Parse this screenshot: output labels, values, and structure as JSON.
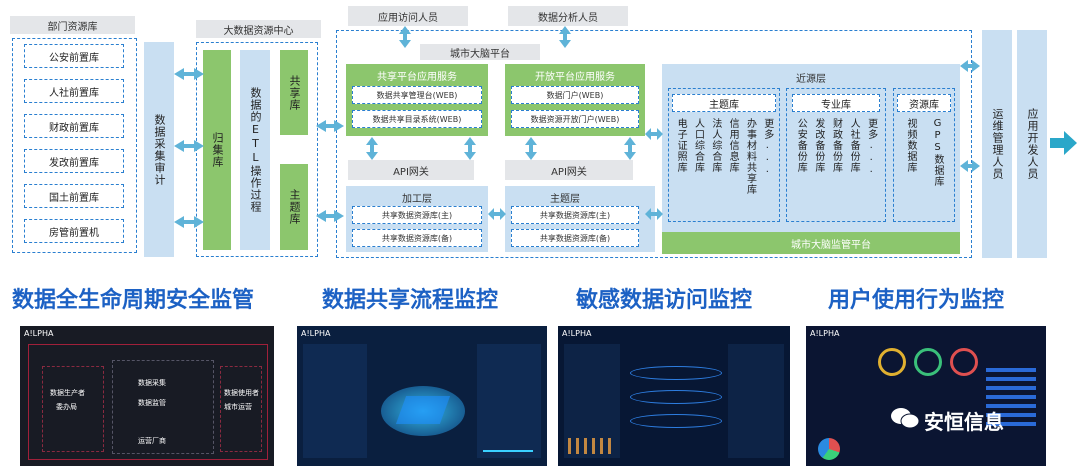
{
  "dept": {
    "title": "部门资源库",
    "items": [
      "公安前置库",
      "人社前置库",
      "财政前置库",
      "发改前置库",
      "国土前置库",
      "房管前置机"
    ],
    "collect": "数据采集审计"
  },
  "bigdata": {
    "title": "大数据资源中心",
    "gui": "归集库",
    "etl": "数据的ETL操作过程",
    "share": "共享库",
    "theme": "主题库"
  },
  "top_tags": {
    "app_visitor": "应用访问人员",
    "analyst": "数据分析人员"
  },
  "city": {
    "title": "城市大脑平台",
    "share_app": {
      "title": "共享平台应用服务",
      "items": [
        "数据共享管理台(WEB)",
        "数据共享目录系统(WEB)"
      ]
    },
    "open_app": {
      "title": "开放平台应用服务",
      "items": [
        "数据门户(WEB)",
        "数据资源开放门户(WEB)"
      ]
    },
    "api1": "API网关",
    "api2": "API网关",
    "process": {
      "title": "加工层",
      "items": [
        "共享数据资源库(主)",
        "共享数据资源库(备)"
      ]
    },
    "theme_layer": {
      "title": "主题层",
      "items": [
        "共享数据资源库(主)",
        "共享数据资源库(备)"
      ]
    },
    "near": {
      "title": "近源层",
      "theme_db": {
        "title": "主题库",
        "cols": [
          "电子证照库",
          "人口综合库",
          "法人综合库",
          "信用信息库",
          "办事材料共享库",
          "更多..."
        ]
      },
      "special_db": {
        "title": "专业库",
        "cols": [
          "公安备份库",
          "发改备份库",
          "财政备份库",
          "人社备份库",
          "更多..."
        ]
      },
      "resource_db": {
        "title": "资源库",
        "cols": [
          "视频数据库",
          "GPS数据库"
        ]
      }
    },
    "monitor": "城市大脑监管平台"
  },
  "right": {
    "ops": "运维管理人员",
    "dev": "应用开发人员"
  },
  "captions": [
    "数据全生命周期安全监管",
    "数据共享流程监控",
    "敏感数据访问监控",
    "用户使用行为监控"
  ],
  "shots": {
    "brand": "A!LPHA",
    "s1_labels": [
      "数据生产者",
      "委办局",
      "数据采集",
      "数据监管",
      "数据使用者",
      "城市运营",
      "运营厂商"
    ],
    "wm": "安恒信息"
  },
  "colors": {
    "accent": "#1c61c4",
    "green": "#8cc66d",
    "panel": "#c9dff2",
    "arrow": "#2aa7c9"
  }
}
